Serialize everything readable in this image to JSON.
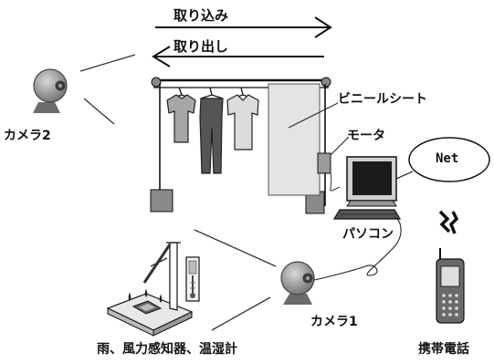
{
  "labels": {
    "take_in": "取り込み",
    "take_out": "取り出し",
    "camera2": "カメラ2",
    "vinyl_sheet": "ビニールシート",
    "motor": "モータ",
    "net": "Net",
    "pc": "パソコン",
    "camera1": "カメラ1",
    "sensors": "雨、風力感知器、温湿計",
    "mobile_phone": "携帯電話"
  },
  "icons": {
    "camera": "webcam-icon",
    "computer": "crt-computer-icon",
    "phone": "mobile-phone-icon",
    "signal": "wireless-signal-icon",
    "sensor": "weather-sensor-icon",
    "clothes": "hanging-laundry-icon"
  }
}
